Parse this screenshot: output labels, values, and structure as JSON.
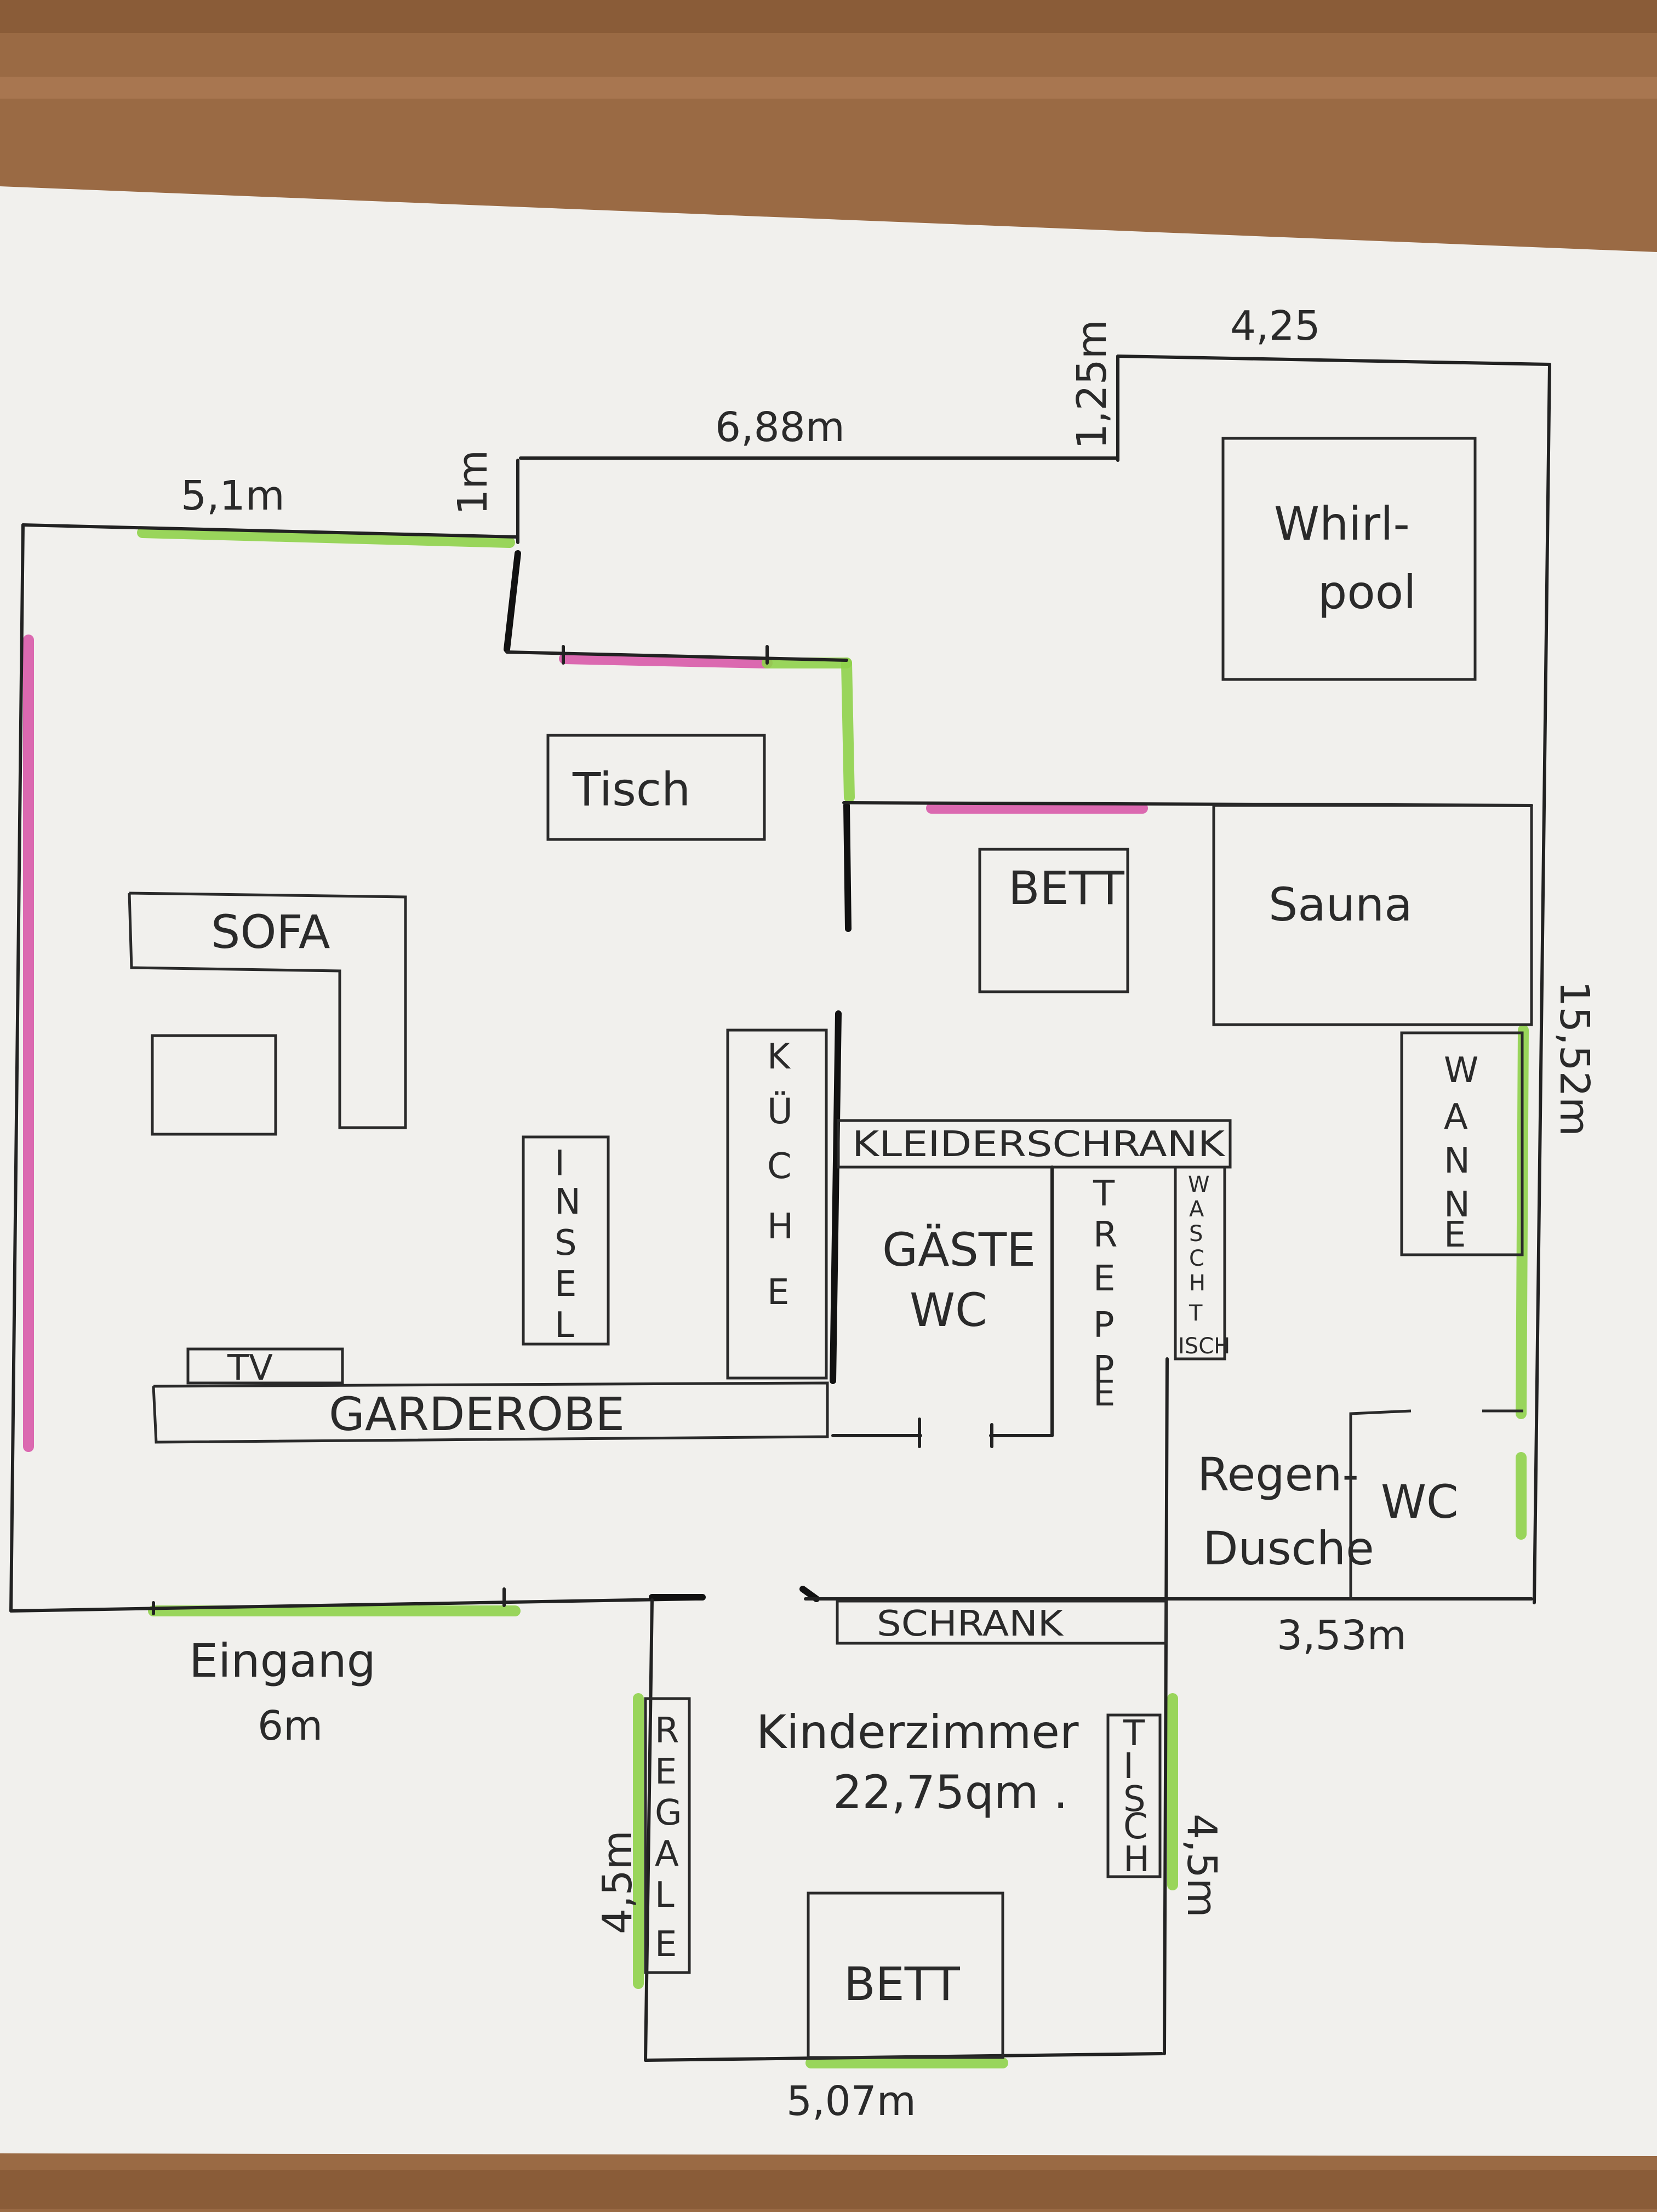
{
  "dimensions": {
    "top_left": "5,1m",
    "step1": "1m",
    "top_mid": "6,88m",
    "step2": "1,25m",
    "top_right": "4,25",
    "right_side": "15,52m",
    "bottom_right": "3,53m",
    "entrance_width": "6m",
    "kids_left": "4,5m",
    "kids_right": "4,5m",
    "kids_bottom": "5,07m"
  },
  "rooms": {
    "whirlpool_1": "Whirl-",
    "whirlpool_2": "pool",
    "tisch": "Tisch",
    "bett_top": "BETT",
    "sauna": "Sauna",
    "sofa": "SOFA",
    "kueche": [
      "K",
      "Ü",
      "C",
      "H",
      "E"
    ],
    "insel": [
      "I",
      "N",
      "S",
      "E",
      "L"
    ],
    "kleiderschrank": "KLEIDERSCHRANK",
    "gaeste_1": "GÄSTE",
    "gaeste_2": "WC",
    "treppe": [
      "T",
      "R",
      "E",
      "P",
      "P",
      "E"
    ],
    "waschtisch": [
      "W",
      "A",
      "S",
      "C",
      "H",
      "T",
      "ISCH"
    ],
    "wanne": [
      "W",
      "A",
      "N",
      "N",
      "E"
    ],
    "tv": "TV",
    "garderobe": "GARDEROBE",
    "regen_1": "Regen-",
    "regen_2": "Dusche",
    "wc": "WC",
    "eingang": "Eingang",
    "schrank": "SCHRANK",
    "kinder_1": "Kinderzimmer",
    "kinder_2": "22,75qm .",
    "regale": [
      "R",
      "E",
      "G",
      "A",
      "L",
      "E"
    ],
    "tisch_kids": [
      "T",
      "I",
      "S",
      "C",
      "H"
    ],
    "bett_bottom": "BETT"
  }
}
